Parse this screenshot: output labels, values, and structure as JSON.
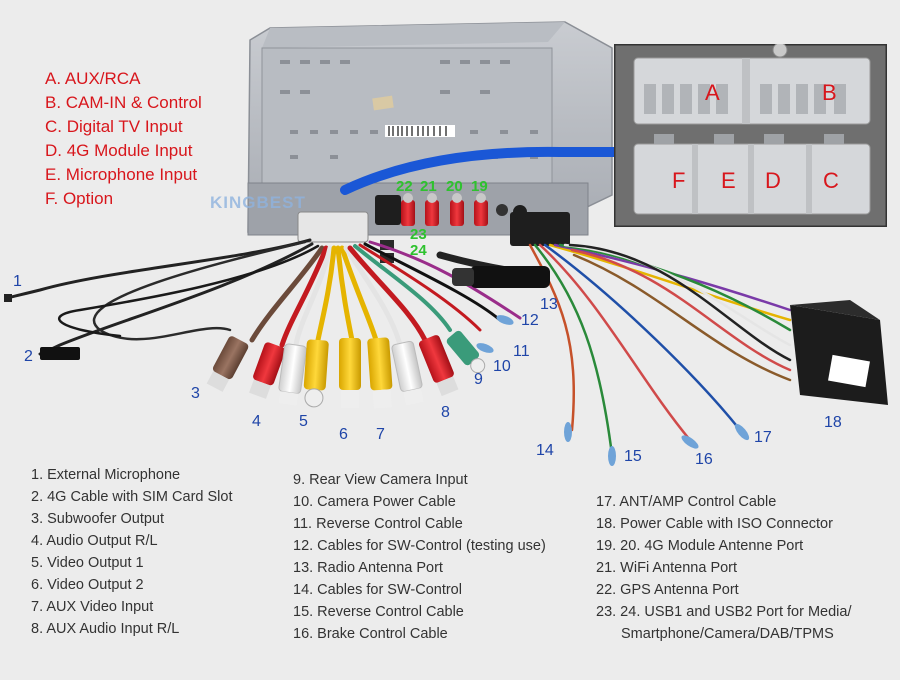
{
  "connectors": [
    "A. AUX/RCA",
    "B. CAM-IN & Control",
    "C. Digital TV Input",
    "D. 4G Module Input",
    "E. Microphone Input",
    "F. Option"
  ],
  "zoom_panel": {
    "top_labels": [
      "A",
      "B"
    ],
    "bottom_labels": [
      "F",
      "E",
      "D",
      "C"
    ]
  },
  "antenna_pins": [
    "22",
    "21",
    "20",
    "19"
  ],
  "usb_pins": [
    "23",
    "24"
  ],
  "callouts": [
    "1",
    "2",
    "3",
    "4",
    "5",
    "6",
    "7",
    "8",
    "9",
    "10",
    "11",
    "12",
    "13",
    "14",
    "15",
    "16",
    "17",
    "18"
  ],
  "watermark": "KINGBEST",
  "legend": {
    "col1": [
      "1. External Microphone",
      "2. 4G Cable with SIM Card Slot",
      "3. Subwoofer Output",
      "4. Audio Output R/L",
      "5. Video Output 1",
      "6. Video Output 2",
      "7. AUX Video Input",
      "8. AUX Audio Input R/L"
    ],
    "col2": [
      "9. Rear View Camera Input",
      "10. Camera Power Cable",
      "11. Reverse Control Cable",
      "12. Cables for SW-Control (testing use)",
      "13. Radio Antenna Port",
      "14. Cables for SW-Control",
      "15. Reverse Control Cable",
      "16. Brake Control Cable"
    ],
    "col3": [
      "17. ANT/AMP Control Cable",
      "18. Power Cable with ISO Connector",
      "19. 20. 4G Module Antenne Port",
      "21. WiFi Antenna Port",
      "22. GPS Antenna Port",
      "23. 24. USB1 and USB2 Port for Media/",
      "Smartphone/Camera/DAB/TPMS"
    ]
  },
  "colors": {
    "connector_text": "#d8161c",
    "callout_text": "#1f45a8",
    "pin_text": "#2ec22e",
    "arrow": "#1a57d6",
    "background": "#ececec"
  }
}
